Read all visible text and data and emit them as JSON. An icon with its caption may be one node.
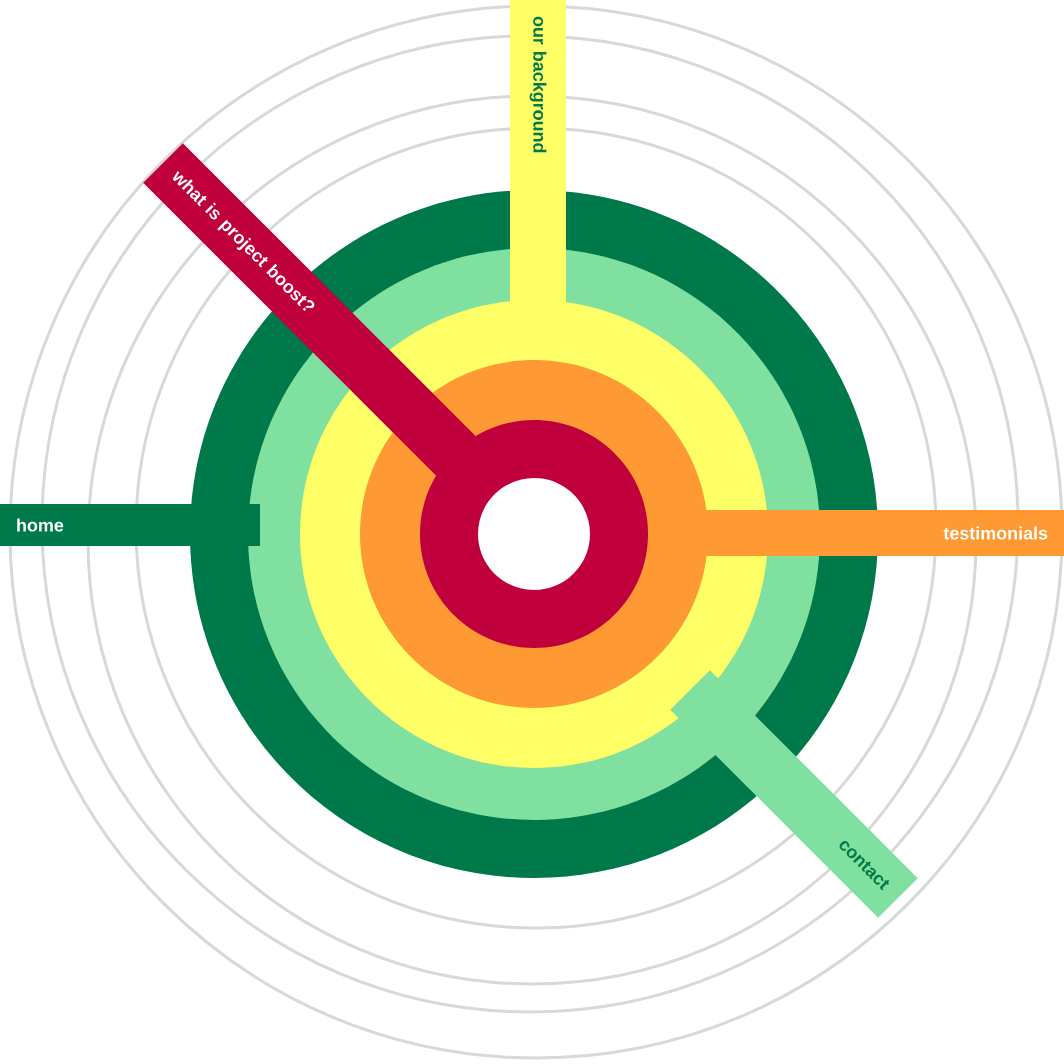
{
  "diagram": {
    "nodes": [
      {
        "text": [
          "our background"
        ]
      },
      {
        "text": [
          "what is project boost?"
        ]
      },
      {
        "text": [
          "home"
        ]
      },
      {
        "text": [
          "testimonials"
        ]
      },
      {
        "text": [
          "contact"
        ]
      }
    ]
  }
}
